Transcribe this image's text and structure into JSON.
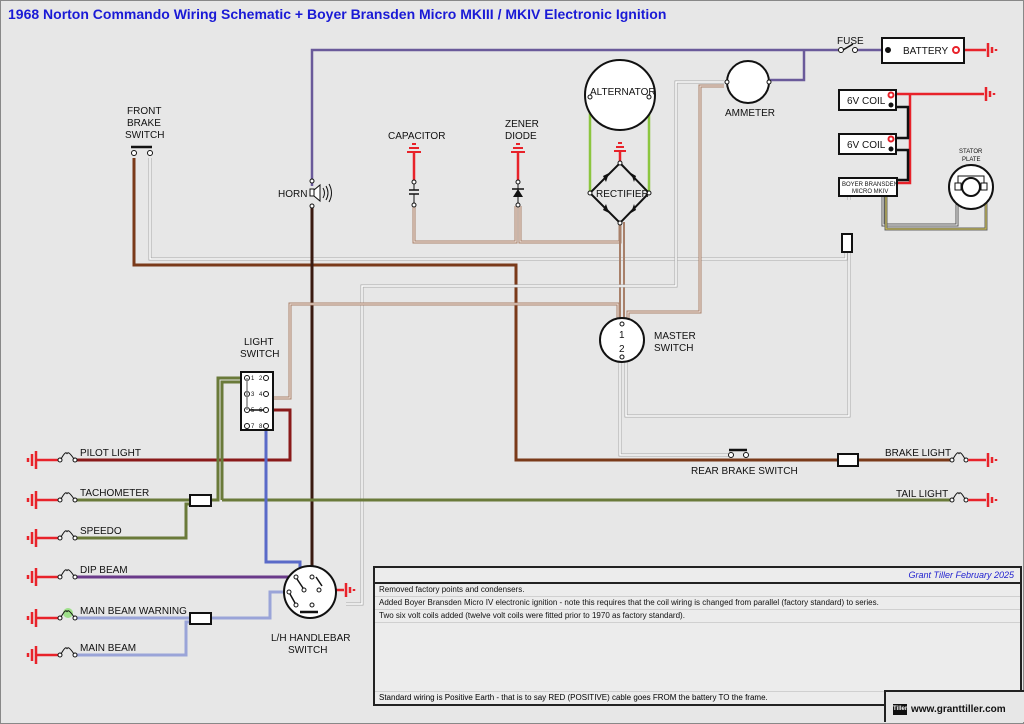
{
  "title": "1968 Norton Commando Wiring Schematic + Boyer Bransden Micro MKIII / MKIV Electronic Ignition",
  "components": {
    "fuse": "FUSE",
    "battery": "BATTERY",
    "coil1": "6V COIL",
    "coil2": "6V COIL",
    "boyer_line1": "BOYER BRANSDEN",
    "boyer_line2": "MICRO MKIV",
    "stator_line1": "STATOR",
    "stator_line2": "PLATE",
    "alternator": "ALTERNATOR",
    "rectifier": "RECTIFIER",
    "ammeter": "AMMETER",
    "capacitor": "CAPACITOR",
    "zener_line1": "ZENER",
    "zener_line2": "DIODE",
    "front_brake_line1": "FRONT",
    "front_brake_line2": "BRAKE",
    "front_brake_line3": "SWITCH",
    "horn": "HORN",
    "light_switch_line1": "LIGHT",
    "light_switch_line2": "SWITCH",
    "master_line1": "MASTER",
    "master_line2": "SWITCH",
    "master_pin1": "1",
    "master_pin2": "2",
    "rear_brake": "REAR BRAKE SWITCH",
    "brake_light": "BRAKE LIGHT",
    "tail_light": "TAIL LIGHT",
    "pilot_light": "PILOT LIGHT",
    "tachometer": "TACHOMETER",
    "speedo": "SPEEDO",
    "dip_beam": "DIP BEAM",
    "main_beam_warning": "MAIN BEAM WARNING",
    "main_beam": "MAIN BEAM",
    "handlebar_line1": "L/H HANDLEBAR",
    "handlebar_line2": "SWITCH",
    "light_switch_pins": [
      "1",
      "2",
      "3",
      "4",
      "5",
      "6",
      "7",
      "8"
    ]
  },
  "colors": {
    "purple": "#6a5a9a",
    "red": "#e8222a",
    "brown": "#7a3a1a",
    "light_brown": "#a8806a",
    "green": "#8cc63f",
    "blue": "#5a6ac8",
    "title_blue": "#1a1ad6"
  },
  "notes": {
    "author": "Grant Tiller February 2025",
    "lines": [
      "Removed factory points and condensers.",
      "Added Boyer Bransden Micro IV electronic ignition - note this requires that the coil wiring is changed from parallel (factory standard) to series.",
      "Two six volt coils added (twelve volt coils were fitted prior to 1970 as factory standard)."
    ],
    "footer": "Standard wiring is Positive Earth - that is to say RED (POSITIVE) cable goes FROM the battery TO the frame."
  },
  "site": {
    "logo": "Tiller",
    "url": "www.granttiller.com"
  }
}
